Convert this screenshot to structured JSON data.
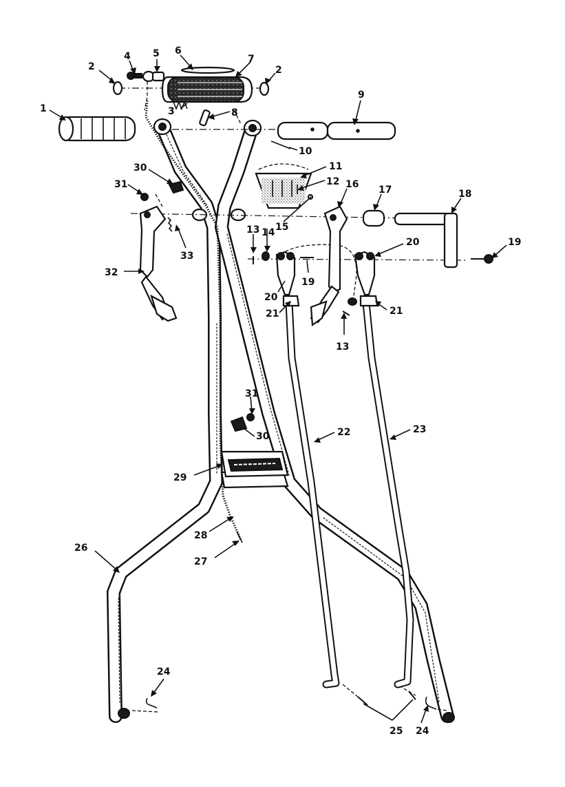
{
  "diagram": {
    "labels": {
      "p1": "1",
      "p2a": "2",
      "p2b": "2",
      "p3": "3",
      "p4": "4",
      "p5": "5",
      "p6": "6",
      "p7": "7",
      "p8": "8",
      "p9": "9",
      "p10": "10",
      "p11": "11",
      "p12": "12",
      "p13a": "13",
      "p13b": "13",
      "p14": "14",
      "p15": "15",
      "p16": "16",
      "p17": "17",
      "p18": "18",
      "p19a": "19",
      "p19b": "19",
      "p20a": "20",
      "p20b": "20",
      "p21a": "21",
      "p21b": "21",
      "p22": "22",
      "p23": "23",
      "p24a": "24",
      "p24b": "24",
      "p25": "25",
      "p26": "26",
      "p27": "27",
      "p28": "28",
      "p29": "29",
      "p30a": "30",
      "p30b": "30",
      "p31a": "31",
      "p31b": "31",
      "p32": "32",
      "p33": "33"
    }
  }
}
